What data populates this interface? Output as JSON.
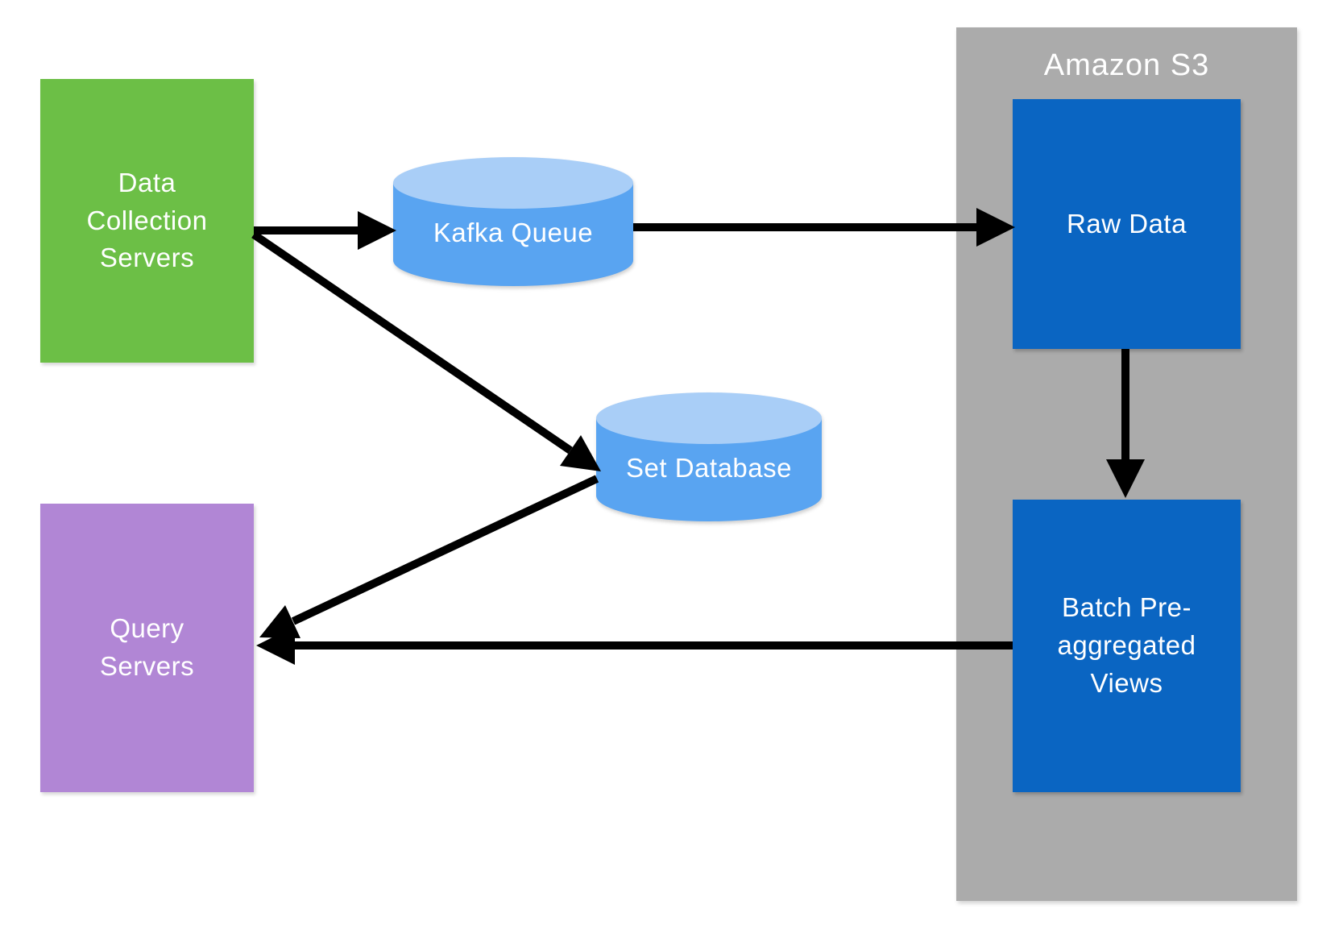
{
  "diagram": {
    "nodes": {
      "data_collection_servers": {
        "label": "Data Collection Servers",
        "shape": "rect",
        "color": "#6CBF46"
      },
      "kafka_queue": {
        "label": "Kafka Queue",
        "shape": "cylinder",
        "color": "#59A4F1"
      },
      "set_database": {
        "label": "Set Database",
        "shape": "cylinder",
        "color": "#59A4F1"
      },
      "query_servers": {
        "label": "Query Servers",
        "shape": "rect",
        "color": "#B186D5"
      },
      "amazon_s3": {
        "label": "Amazon S3",
        "shape": "container",
        "color": "#ABABAB"
      },
      "raw_data": {
        "label": "Raw Data",
        "shape": "rect",
        "color": "#0A65C2"
      },
      "batch_preaggregated_views": {
        "label": "Batch Pre-aggregated Views",
        "shape": "rect",
        "color": "#0A65C2"
      }
    },
    "edges": [
      {
        "from": "Data Collection Servers",
        "to": "Kafka Queue"
      },
      {
        "from": "Data Collection Servers",
        "to": "Set Database"
      },
      {
        "from": "Kafka Queue",
        "to": "Raw Data"
      },
      {
        "from": "Raw Data",
        "to": "Batch Pre-aggregated Views"
      },
      {
        "from": "Batch Pre-aggregated Views",
        "to": "Query Servers"
      },
      {
        "from": "Set Database",
        "to": "Query Servers"
      }
    ],
    "colors": {
      "arrow": "#000000",
      "text": "#FFFFFF",
      "cylinder_top": "#A9CEF7",
      "background": "#FFFFFF"
    }
  }
}
